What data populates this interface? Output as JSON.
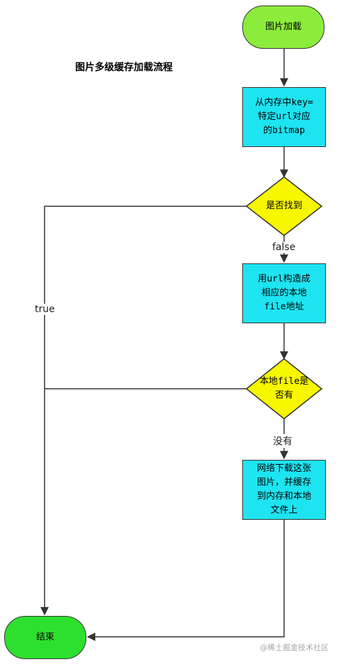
{
  "title": "图片多级缓存加载流程",
  "nodes": {
    "start": "图片加载",
    "memory_lookup": "从内存中key=\n特定url对应\n的bitmap",
    "found_decision": "是否找到",
    "build_local_path": "用url构造成\n相应的本地\nfile地址",
    "file_exists_decision": "本地file是\n否有",
    "download": "网络下载这张\n图片，并缓存\n到内存和本地\n文件上",
    "end": "结束"
  },
  "edge_labels": {
    "true": "true",
    "false": "false",
    "none": "没有"
  },
  "colors": {
    "start": "#8cec3c",
    "end": "#2ee02e",
    "process": "#1ee4f2",
    "decision": "#f7f700"
  },
  "watermark": "@稀土掘金技术社区"
}
